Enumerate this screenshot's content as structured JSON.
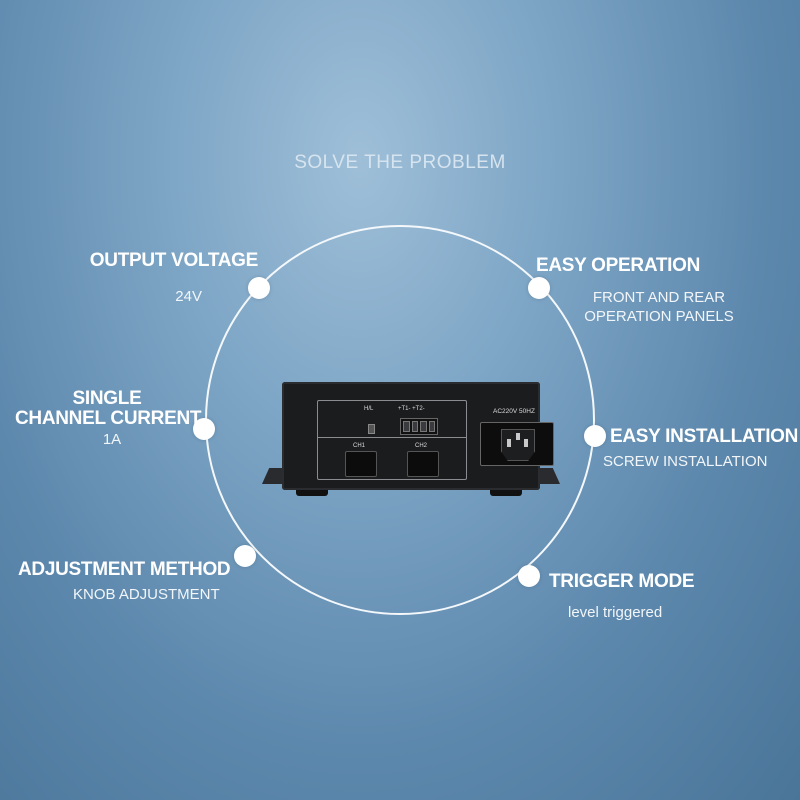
{
  "headline": "SOLVE THE PROBLEM",
  "features": {
    "output_voltage": {
      "title": "OUTPUT VOLTAGE",
      "detail": "24V"
    },
    "channel_current": {
      "title_line1": "SINGLE",
      "title_line2": "CHANNEL CURRENT",
      "detail": "1A"
    },
    "adjustment": {
      "title": "ADJUSTMENT METHOD",
      "detail": "KNOB ADJUSTMENT"
    },
    "easy_operation": {
      "title": "EASY OPERATION",
      "detail_line1": "FRONT AND REAR",
      "detail_line2": "OPERATION PANELS"
    },
    "easy_installation": {
      "title": "EASY INSTALLATION",
      "detail": "SCREW INSTALLATION"
    },
    "trigger_mode": {
      "title": "TRIGGER MODE",
      "detail": "level triggered"
    }
  },
  "device": {
    "switch_label": "H/L",
    "terminal_label": "+T1-  +T2-",
    "ch1_label": "CH1",
    "ch2_label": "CH2",
    "ac_label": "AC220V 50HZ"
  },
  "colors": {
    "accent": "#ffffff",
    "background": "#6f98bb"
  }
}
